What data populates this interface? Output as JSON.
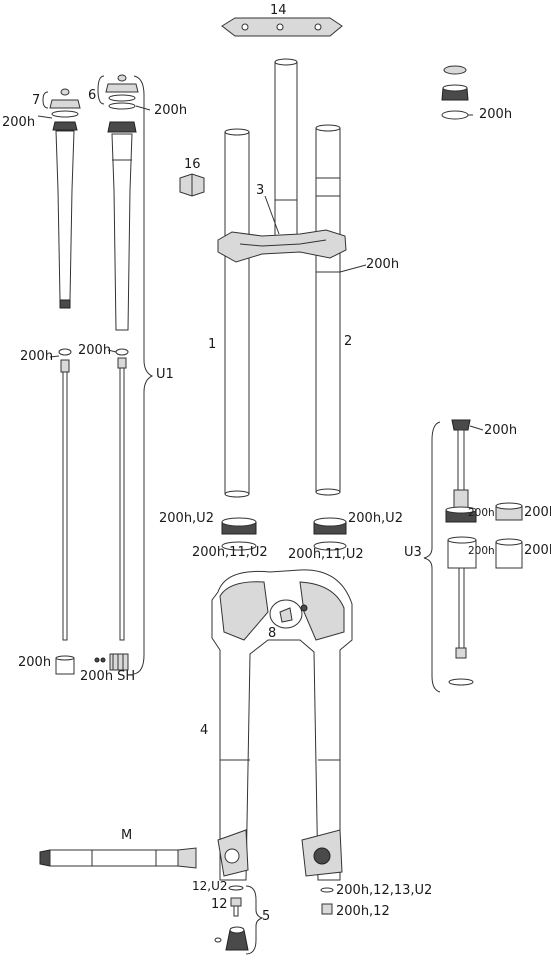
{
  "callouts": {
    "c14": "14",
    "c7": "7",
    "c6": "6",
    "c200h_a": "200h",
    "c200h_b": "200h",
    "c200h_hs": "200h",
    "c16": "16",
    "c3": "3",
    "c200h_stanchion": "200h",
    "c1": "1",
    "c2": "2",
    "c200h_c": "200h",
    "c200h_d": "200h",
    "cU1": "U1",
    "c200h_u3top": "200h",
    "c200h_u3a": "200h",
    "c200h_u3b": "200h",
    "c200h_u3c": "200h",
    "c200h_u3d": "200h",
    "cU3": "U3",
    "c200hU2_l": "200h,U2",
    "c200hU2_r": "200h,U2",
    "c200h11U2_l": "200h,11,U2",
    "c200h11U2_r": "200h,11,U2",
    "c8": "8",
    "c200h_e": "200h",
    "c200hSH": "200h SH",
    "c4": "4",
    "cM": "M",
    "c12U2": "12,U2",
    "c12": "12",
    "c5": "5",
    "c200h121213U2": "200h,12,13,U2",
    "c200h12": "200h,12"
  }
}
